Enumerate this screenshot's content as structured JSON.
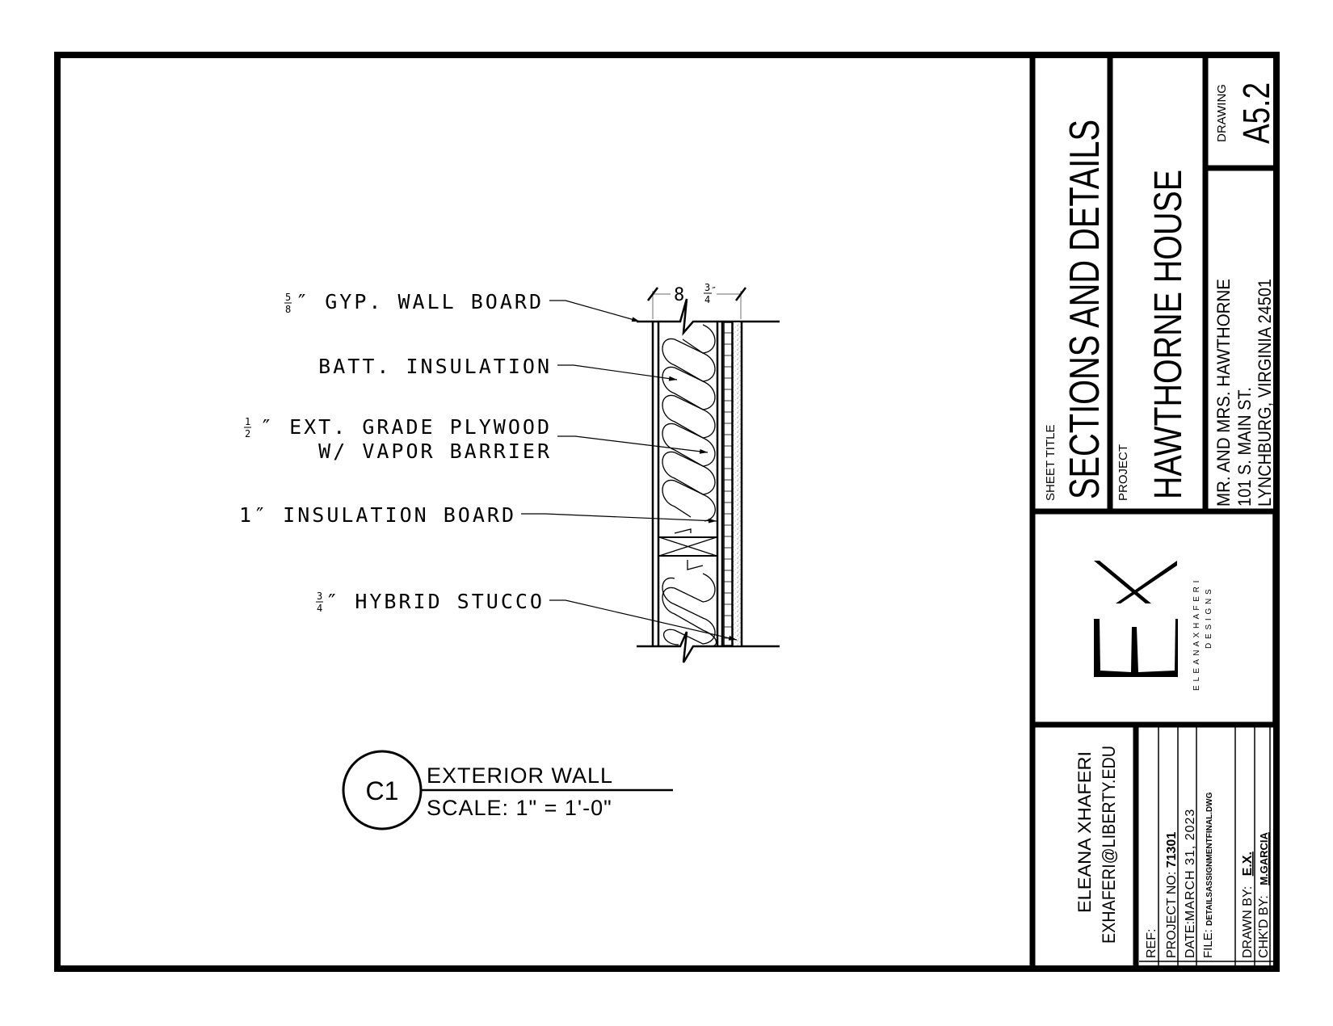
{
  "sheet": {
    "title_label": "SHEET TITLE",
    "title": "SECTIONS AND DETAILS",
    "project_label": "PROJECT",
    "project": "HAWTHORNE HOUSE",
    "client_lines": [
      "MR. AND MRS. HAWTHORNE",
      "101 S. MAIN ST.",
      "LYNCHBURG, VIRGINIA 24501"
    ],
    "drawing_label": "DRAWING",
    "drawing_number": "A5.2"
  },
  "logo": {
    "monogram": "EX",
    "name_line1": "E L E A N A   X H A F E R I",
    "name_line2": "D E S I G N S"
  },
  "designer": {
    "name": "ELEANA XHAFERI",
    "email": "EXHAFERI@LIBERTY.EDU"
  },
  "info": {
    "ref_label": "REF:",
    "ref_value": "",
    "project_no_label": "PROJECT NO:",
    "project_no": "71301",
    "date_label": "DATE:",
    "date": "MARCH 31, 2023",
    "file_label": "FILE:",
    "file": "DETAILSASSIGNMENTFINAL.DWG",
    "drawn_by_label": "DRAWN BY:",
    "drawn_by": "E.X.",
    "checked_by_label": "CHK'D BY:",
    "checked_by": "M.GARCIA"
  },
  "detail": {
    "dimension": {
      "whole": "8",
      "num": "3",
      "den": "4",
      "unit": "″"
    },
    "labels": [
      {
        "frac": "5/8",
        "text": "″ GYP. WALL BOARD"
      },
      {
        "frac": "",
        "text": "BATT. INSULATION"
      },
      {
        "frac": "1/2",
        "text": "″ EXT. GRADE PLYWOOD"
      },
      {
        "frac": "",
        "text": "W/ VAPOR BARRIER"
      },
      {
        "frac": "",
        "text": "1″ INSULATION BOARD"
      },
      {
        "frac": "3/4",
        "text": "″ HYBRID STUCCO"
      }
    ],
    "tag": "C1",
    "title": "EXTERIOR WALL",
    "scale": "SCALE: 1\" = 1'-0\""
  }
}
